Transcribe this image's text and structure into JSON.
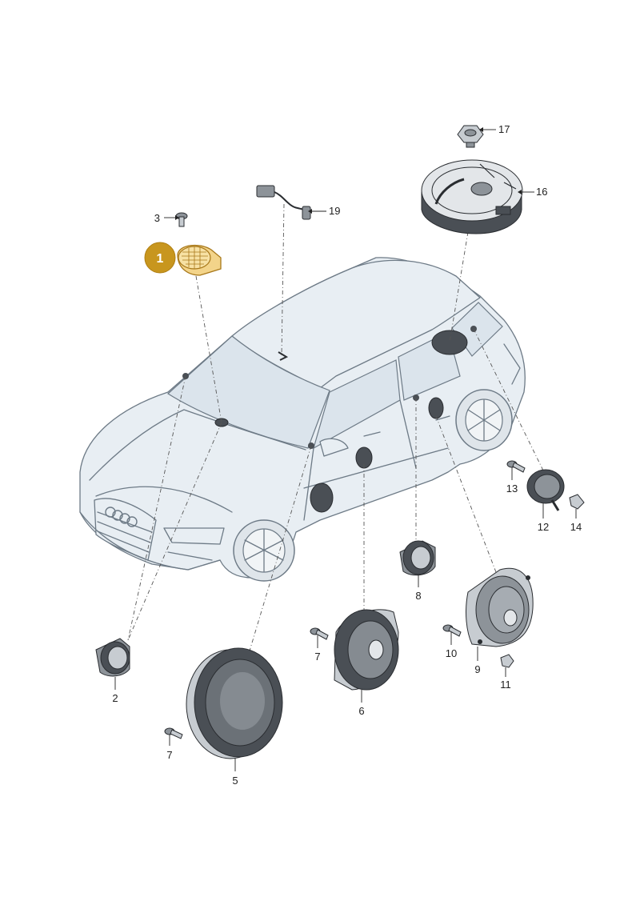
{
  "diagram": {
    "highlight_color": "#c8961e",
    "badge": {
      "label": "1"
    },
    "callouts": [
      {
        "id": "p2",
        "label": "2"
      },
      {
        "id": "p3",
        "label": "3"
      },
      {
        "id": "p5",
        "label": "5"
      },
      {
        "id": "p6",
        "label": "6"
      },
      {
        "id": "p7a",
        "label": "7"
      },
      {
        "id": "p7b",
        "label": "7"
      },
      {
        "id": "p8",
        "label": "8"
      },
      {
        "id": "p9",
        "label": "9"
      },
      {
        "id": "p10",
        "label": "10"
      },
      {
        "id": "p11",
        "label": "11"
      },
      {
        "id": "p12",
        "label": "12"
      },
      {
        "id": "p13",
        "label": "13"
      },
      {
        "id": "p14",
        "label": "14"
      },
      {
        "id": "p16",
        "label": "16"
      },
      {
        "id": "p17",
        "label": "17"
      },
      {
        "id": "p19",
        "label": "19"
      }
    ]
  }
}
